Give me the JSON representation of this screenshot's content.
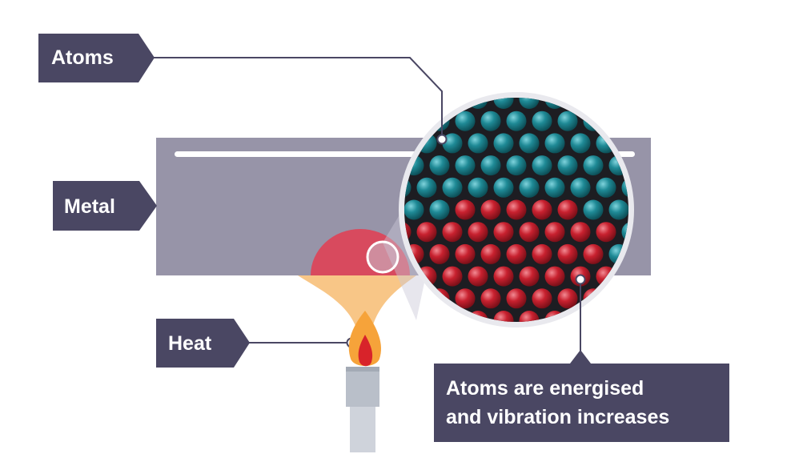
{
  "labels": {
    "atoms": "Atoms",
    "metal": "Metal",
    "heat": "Heat",
    "result_line1": "Atoms are energised",
    "result_line2": "and vibration increases"
  },
  "colors": {
    "label_bg": "#4a4763",
    "metal": "#9794a8",
    "metal_highlight": "#ffffff",
    "hot_spot": "#d84a5e",
    "heat_glow": "#f7c07a",
    "flame_outer": "#f6a33a",
    "flame_inner": "#d8232a",
    "burner": "#b9bfc9",
    "atom_cold": "#1f8a96",
    "atom_hot": "#c8212f",
    "lattice_bg": "#1d1d22",
    "magnifier_rim": "#e9e9ee",
    "leader_line": "#4a4763"
  }
}
